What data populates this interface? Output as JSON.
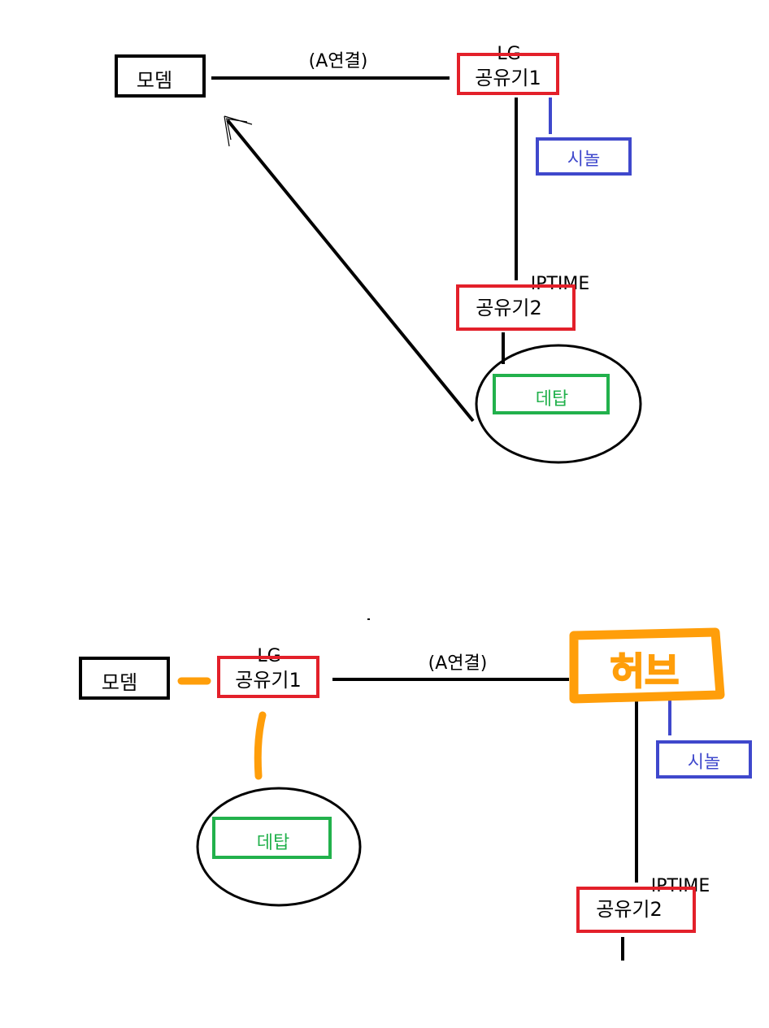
{
  "colors": {
    "black": "#000000",
    "red": "#e3202a",
    "blue": "#3f48cc",
    "green": "#22b14c",
    "orange": "#ff9e0a"
  },
  "top": {
    "modem": "모뎀",
    "connection": "(A연결)",
    "router1_brand": "LG",
    "router1": "공유기1",
    "sinol": "시놀",
    "router2_brand": "IPTIME",
    "router2": "공유기2",
    "desktop": "데탑"
  },
  "bottom": {
    "modem": "모뎀",
    "router1_brand": "LG",
    "router1": "공유기1",
    "connection": "(A연결)",
    "hub": "허브",
    "sinol": "시놀",
    "desktop": "데탑",
    "router2_brand": "IPTIME",
    "router2": "공유기2"
  }
}
